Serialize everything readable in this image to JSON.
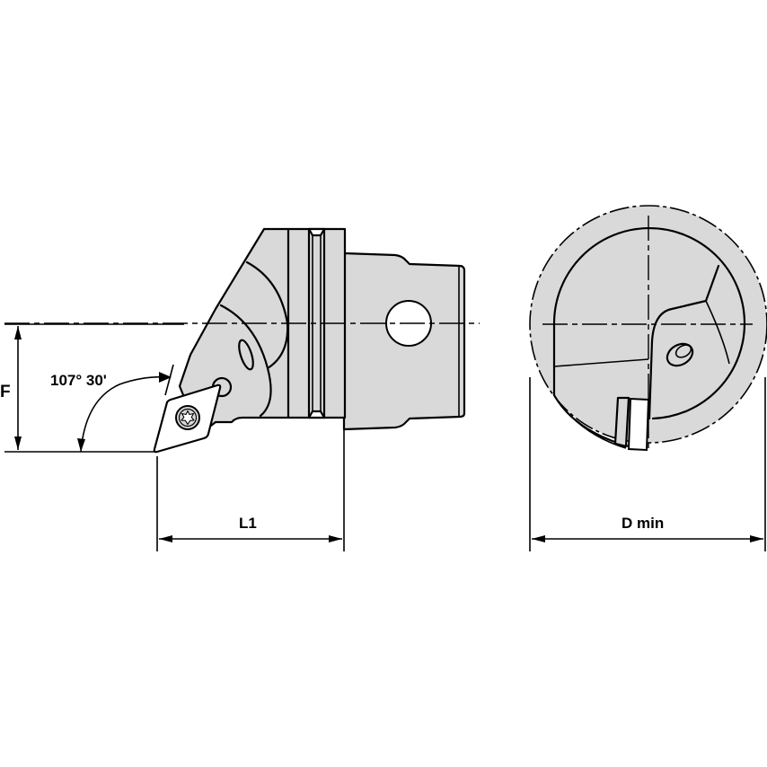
{
  "drawing": {
    "type": "technical-drawing",
    "subject": "boring bar head with rhombic insert",
    "colors": {
      "body_fill": "#d9d9d9",
      "line": "#000000",
      "background": "#ffffff",
      "hole": "#ffffff"
    }
  },
  "side_view": {
    "angle_label": "107° 30'",
    "dimension_height_label": "F",
    "dimension_length_label": "L1"
  },
  "end_view": {
    "dimension_diameter_label": "D min"
  }
}
